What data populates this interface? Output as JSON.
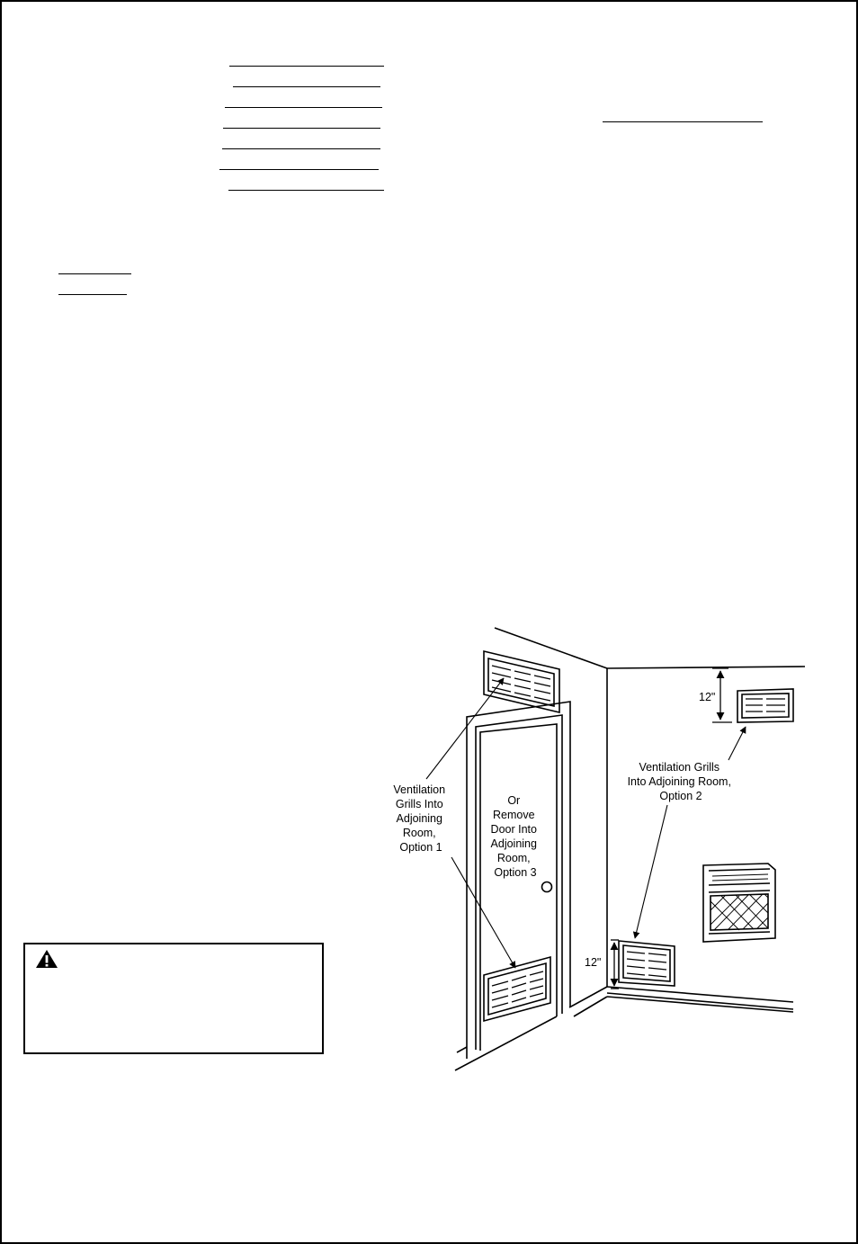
{
  "figure": {
    "dim_upper": "12\"",
    "dim_lower": "12\"",
    "option1": [
      "Ventilation",
      "Grills Into",
      "Adjoining",
      "Room,",
      "Option 1"
    ],
    "option2": [
      "Ventilation Grills",
      "Into Adjoining Room,",
      "Option 2"
    ],
    "option3": [
      "Or",
      "Remove",
      "Door Into",
      "Adjoining",
      "Room,",
      "Option 3"
    ]
  },
  "warning": {
    "icon": "warning-triangle-icon"
  }
}
